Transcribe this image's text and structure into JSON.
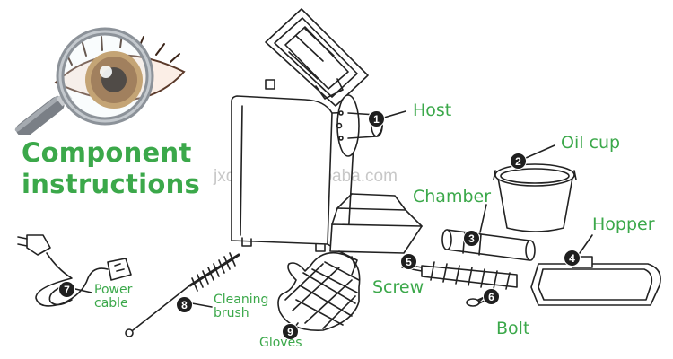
{
  "heading": {
    "line1": "Component",
    "line2": "instructions"
  },
  "watermark": "jxdulong.en.alibaba.com",
  "components": [
    {
      "number": "1",
      "label": "Host"
    },
    {
      "number": "2",
      "label": "Oil cup"
    },
    {
      "number": "3",
      "label": "Chamber"
    },
    {
      "number": "4",
      "label": "Hopper"
    },
    {
      "number": "5",
      "label": "Screw"
    },
    {
      "number": "6",
      "label": "Bolt"
    },
    {
      "number": "7",
      "label_line1": "Power",
      "label_line2": "cable"
    },
    {
      "number": "8",
      "label_line1": "Cleaning",
      "label_line2": "brush"
    },
    {
      "number": "9",
      "label": "Gloves"
    }
  ],
  "colors": {
    "label_green": "#3ba84a",
    "badge_fill": "#1f1f1f",
    "line_art": "#222222",
    "iris": "#b98a4a"
  },
  "icons": [
    "magnifier-eye-icon"
  ]
}
